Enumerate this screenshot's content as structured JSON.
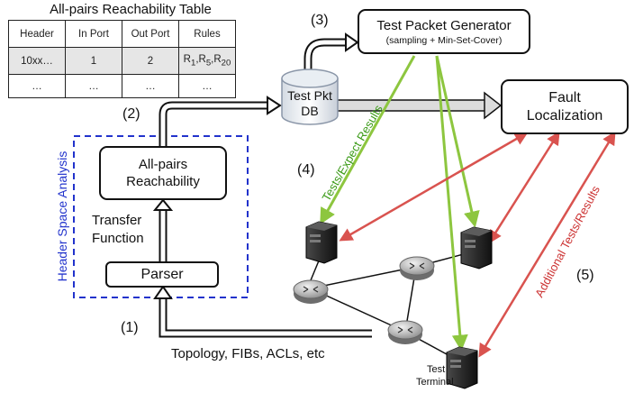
{
  "table": {
    "title": "All-pairs Reachability Table",
    "headers": [
      "Header",
      "In Port",
      "Out Port",
      "Rules"
    ],
    "rows": [
      [
        "10xx…",
        "1",
        "2",
        ""
      ],
      [
        "…",
        "…",
        "…",
        "…"
      ]
    ],
    "rules_cell": {
      "base": "R",
      "subs": [
        "1",
        "5",
        "20"
      ]
    }
  },
  "boxes": {
    "test_packet_generator": {
      "title": "Test Packet Generator",
      "subtitle": "(sampling + Min-Set-Cover)"
    },
    "fault_localization": {
      "line1": "Fault",
      "line2": "Localization"
    },
    "all_pairs": {
      "line1": "All-pairs",
      "line2": "Reachability"
    },
    "parser": "Parser",
    "db": {
      "line1": "Test Pkt",
      "line2": "DB"
    }
  },
  "labels": {
    "step1": "(1)",
    "step2": "(2)",
    "step3": "(3)",
    "step4": "(4)",
    "step5": "(5)",
    "transfer_function_1": "Transfer",
    "transfer_function_2": "Function",
    "header_space_analysis": "Header Space Analysis",
    "topology": "Topology, FIBs, ACLs, etc",
    "tests_expect_results": "Tests/Expect Results",
    "additional_tests": "Additional Tests/Results",
    "test_terminal_1": "Test",
    "test_terminal_2": "Terminal"
  },
  "colors": {
    "green_arrow": "#8dc63f",
    "red_arrow": "#d9534f",
    "hsa_border": "#2233cc",
    "green_text": "#3a9a16",
    "red_text": "#cc3333"
  }
}
